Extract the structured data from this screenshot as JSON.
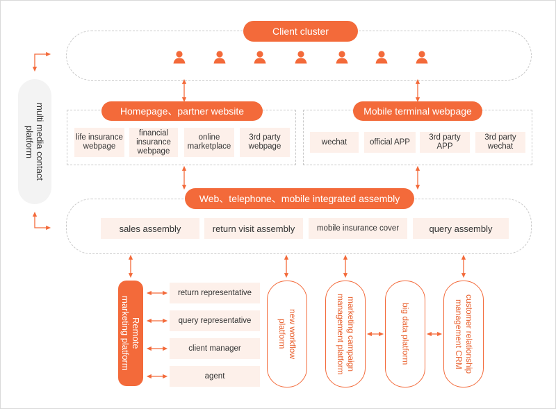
{
  "side_label": [
    "multi media contact",
    "platform"
  ],
  "client_cluster": {
    "title": "Client cluster"
  },
  "homepage_group": {
    "title": "Homepage、partner website",
    "items": [
      [
        "life insurance",
        "webpage"
      ],
      [
        "financial",
        "insurance",
        "webpage"
      ],
      [
        "online",
        "marketplace"
      ],
      [
        "3rd party",
        "webpage"
      ]
    ]
  },
  "mobile_group": {
    "title": "Mobile terminal webpage",
    "items": [
      [
        "wechat"
      ],
      [
        "official APP"
      ],
      [
        "3rd party",
        "APP"
      ],
      [
        "3rd party",
        "wechat"
      ]
    ]
  },
  "assembly": {
    "title": "Web、telephone、mobile integrated assembly",
    "items": [
      "sales assembly",
      "return visit assembly",
      "mobile insurance cover",
      "query assembly"
    ]
  },
  "remote": {
    "label": [
      "Remote",
      "marketing platform"
    ],
    "items": [
      "return representative",
      "query representative",
      "client manager",
      "agent"
    ]
  },
  "platforms": [
    [
      "new workflow",
      "platform"
    ],
    [
      "marketing campaign",
      "management platform"
    ],
    [
      "big data platform"
    ],
    [
      "customer relationship",
      "management CRM"
    ]
  ],
  "colors": {
    "accent": "#f36a3a",
    "box_fill": "#fdf0ea",
    "dashed": "#c8c8c8"
  }
}
